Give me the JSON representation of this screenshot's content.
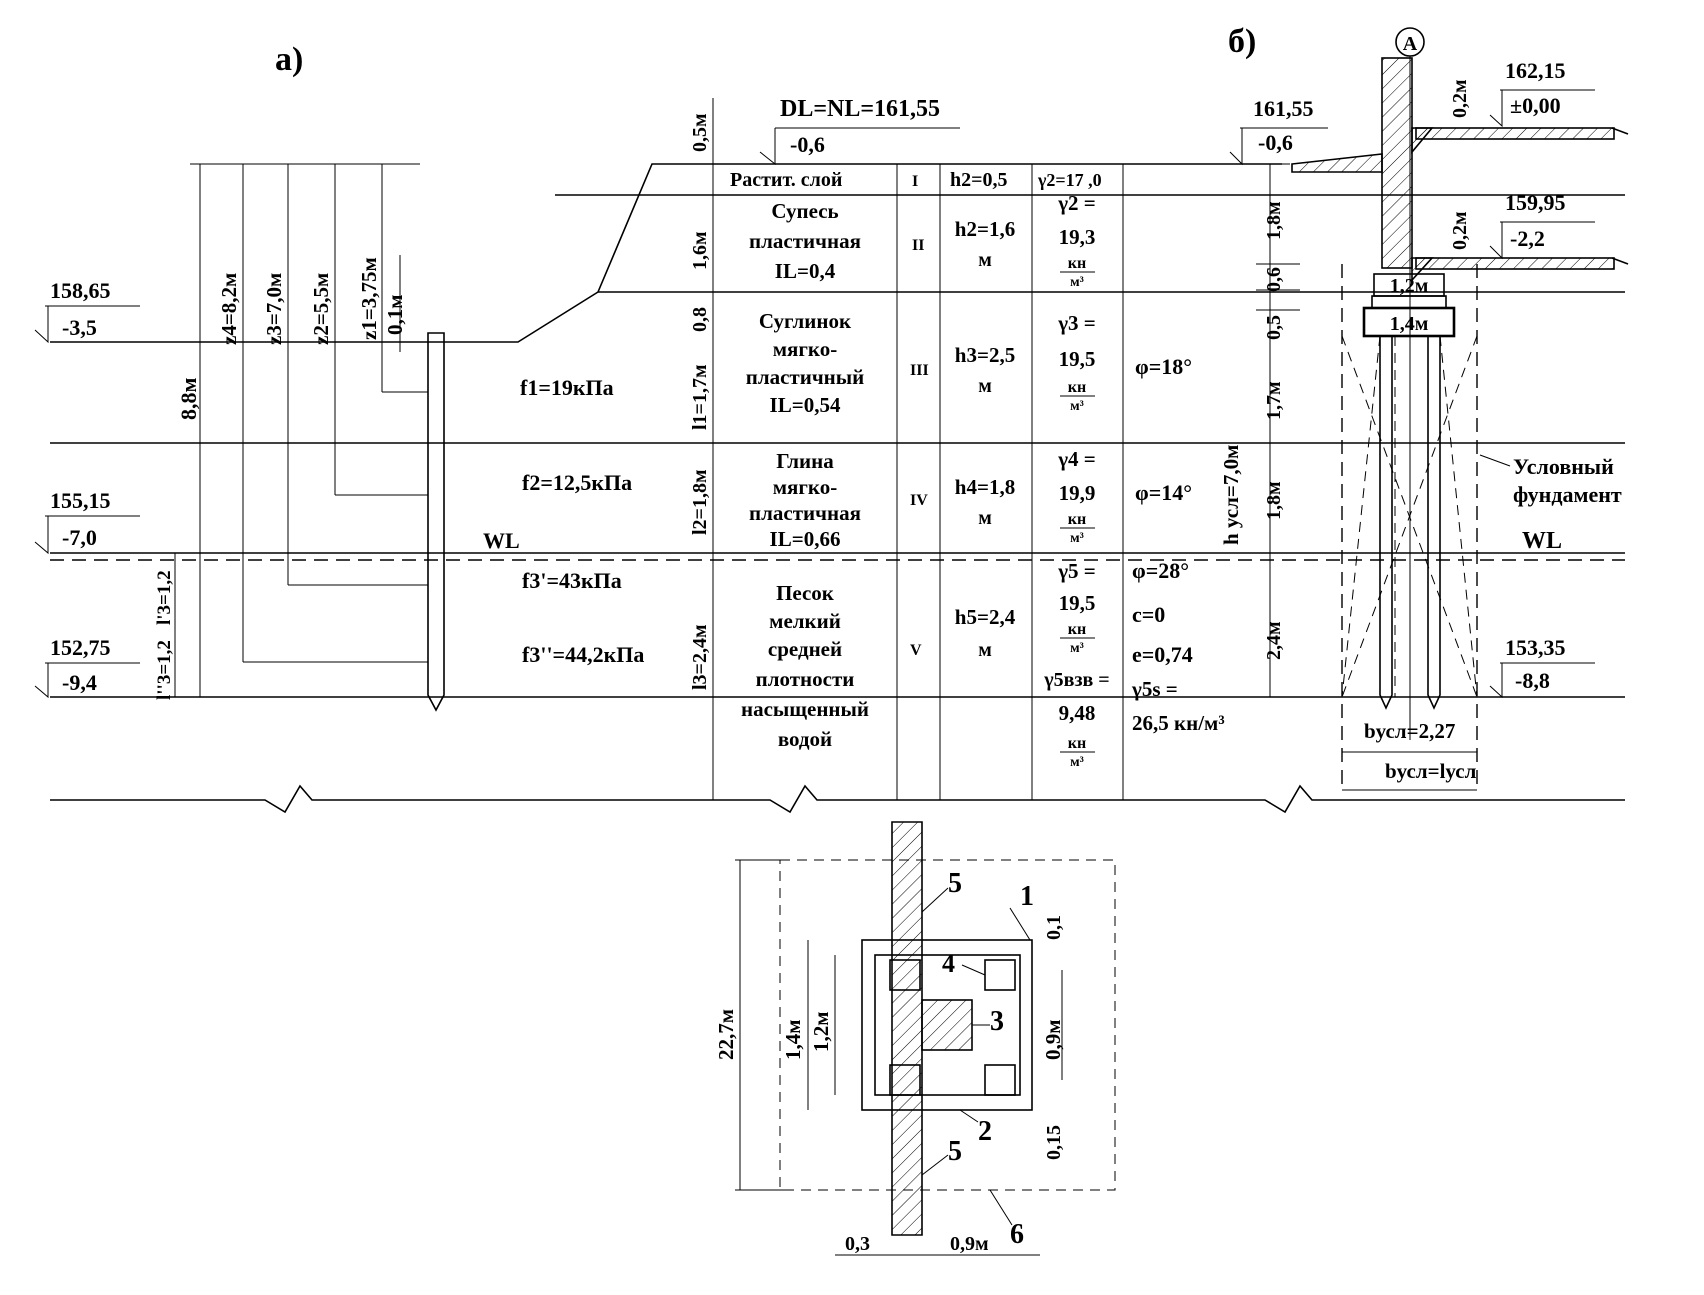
{
  "panel_labels": {
    "a": "а)",
    "b": "б)"
  },
  "axis_marker": "А",
  "left_levels": [
    {
      "abs": "158,65",
      "rel": "-3,5"
    },
    {
      "abs": "155,15",
      "rel": "-7,0"
    },
    {
      "abs": "152,75",
      "rel": "-9,4"
    }
  ],
  "top_level": {
    "abs": "DL=NL=161,55",
    "rel": "-0,6"
  },
  "right_levels": [
    {
      "abs": "161,55",
      "rel": "-0,6"
    },
    {
      "abs": "162,15",
      "rel": "±0,00"
    },
    {
      "abs": "159,95",
      "rel": "-2,2"
    },
    {
      "abs": "153,35",
      "rel": "-8,8"
    }
  ],
  "z_dims": [
    "z4=8,2м",
    "z3=7,0м",
    "z2=5,5м",
    "z1=3,75м",
    "0,1м"
  ],
  "dim_88": "8,8м",
  "l3_dims": [
    "l''3=1,2",
    "l'3=1,2"
  ],
  "friction": [
    "f1=19кПа",
    "f2=12,5кПа",
    "f3'=43кПа",
    "f3''=44,2кПа"
  ],
  "wl": "WL",
  "thickness_col": [
    "0,5м",
    "1,6м",
    "0,8",
    "l1=1,7м",
    "l2=1,8м",
    "l3=2,4м"
  ],
  "soil_table": {
    "layers": [
      {
        "name": [
          "Растит. слой"
        ],
        "num": "I",
        "h": [
          "h2=0,5"
        ],
        "gamma": [
          "γ2=17 ,0"
        ],
        "phi": []
      },
      {
        "name": [
          "Супесь",
          "пластичная",
          "IL=0,4"
        ],
        "num": "II",
        "h": [
          "h2=1,6",
          "м"
        ],
        "gamma": [
          "γ2 =",
          "19,3",
          "кн",
          "м³"
        ],
        "phi": []
      },
      {
        "name": [
          "Суглинок",
          "мягко-",
          "пластичный",
          "IL=0,54"
        ],
        "num": "III",
        "h": [
          "h3=2,5",
          "м"
        ],
        "gamma": [
          "γ3 =",
          "19,5",
          "кн",
          "м³"
        ],
        "phi": [
          "φ=18°"
        ]
      },
      {
        "name": [
          "Глина",
          "мягко-",
          "пластичная",
          "IL=0,66"
        ],
        "num": "IV",
        "h": [
          "h4=1,8",
          "м"
        ],
        "gamma": [
          "γ4 =",
          "19,9",
          "кн",
          "м³"
        ],
        "phi": [
          "φ=14°"
        ]
      },
      {
        "name": [
          "Песок",
          "мелкий",
          "средней",
          "плотности",
          "насыщенный",
          "водой"
        ],
        "num": "V",
        "h": [
          "h5=2,4",
          "м"
        ],
        "gamma": [
          "γ5 =",
          "19,5",
          "кн",
          "м³",
          "γ5взв =",
          "9,48",
          "кн",
          "м³"
        ],
        "phi": [
          "φ=28°",
          "c=0",
          "e=0,74",
          "γ5s =",
          "26,5 кн/м³"
        ]
      }
    ]
  },
  "right_dims": [
    "1,8м",
    "0,6",
    "0,5",
    "1,7м",
    "1,8м",
    "2,4м",
    "h усл=7,0м",
    "0,2м",
    "0,2м"
  ],
  "cap_dims": [
    "1,2м",
    "1,4м"
  ],
  "conditional_foundation": [
    "Условный",
    "фундамент"
  ],
  "bottom_dims": [
    "bусл=2,27",
    "bусл=lусл"
  ],
  "plan": {
    "dims": [
      "22,7м",
      "1,4м",
      "1,2м",
      "0,9м",
      "0,1",
      "0,15",
      "0,3",
      "0,9м"
    ],
    "callouts": [
      "1",
      "2",
      "3",
      "4",
      "5",
      "5",
      "6"
    ]
  }
}
